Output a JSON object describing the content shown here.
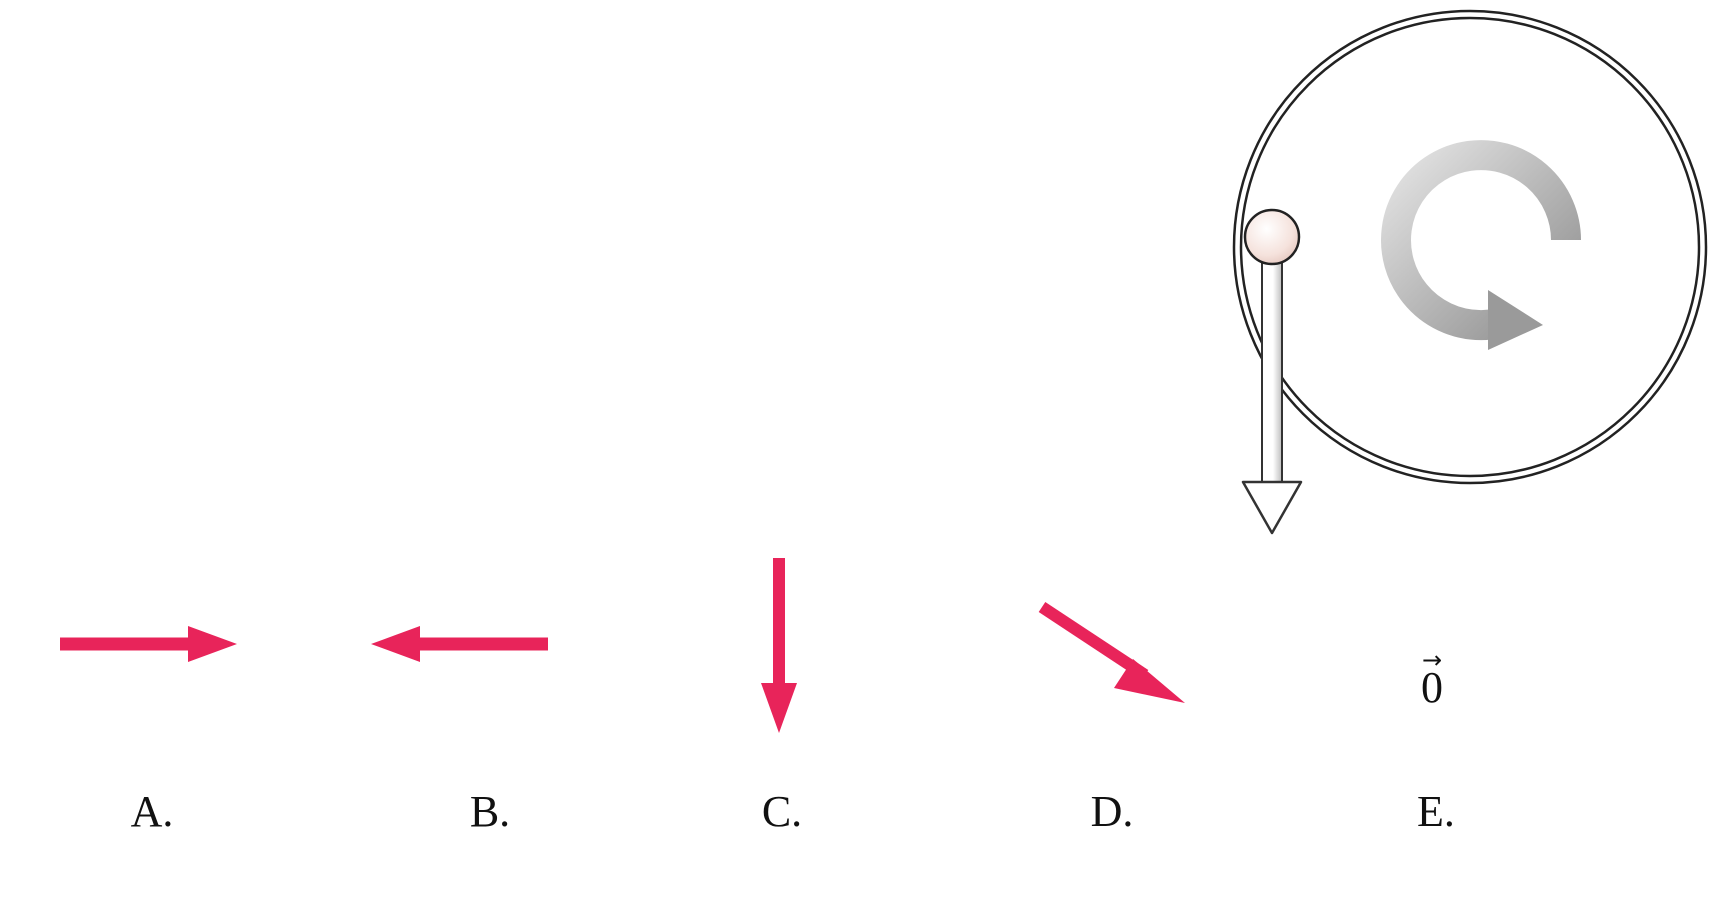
{
  "options": [
    {
      "label": "A.",
      "direction": "right"
    },
    {
      "label": "B.",
      "direction": "left"
    },
    {
      "label": "C.",
      "direction": "down"
    },
    {
      "label": "D.",
      "direction": "down-right"
    },
    {
      "label": "E.",
      "direction": "zero"
    }
  ],
  "zero_vector": {
    "arrow": "→",
    "symbol": "0"
  },
  "colors": {
    "answer_arrow": "#e8245a",
    "circle_stroke": "#222222",
    "rotation_arrow": "#a6a6a6",
    "ball_fill": "#f7e6e2",
    "velocity_arrow_fill": "#ffffff",
    "velocity_arrow_stroke": "#333333"
  },
  "icons": {
    "rotation": "clockwise-rotation-icon",
    "ball": "ball-icon",
    "velocity": "velocity-arrow-icon"
  }
}
